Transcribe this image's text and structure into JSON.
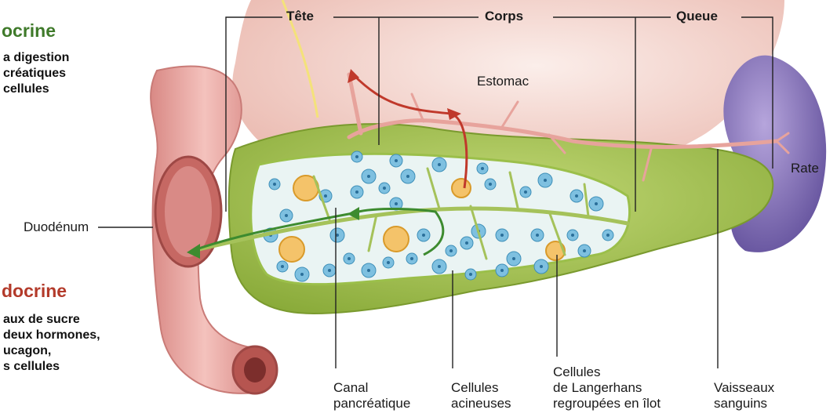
{
  "headings": {
    "exocrine_title": "ocrine",
    "exocrine_lines": [
      "a digestion",
      "créatiques",
      "cellules"
    ],
    "endocrine_title": "docrine",
    "endocrine_lines": [
      "aux de sucre",
      "deux hormones,",
      "ucagon,",
      "s cellules"
    ]
  },
  "regions": {
    "tete": "Tête",
    "corps": "Corps",
    "queue": "Queue"
  },
  "organs": {
    "estomac": "Estomac",
    "rate": "Rate",
    "duodenum": "Duodénum"
  },
  "bottom_labels": {
    "canal": [
      "Canal",
      "pancréatique"
    ],
    "acineuses": [
      "Cellules",
      "acineuses"
    ],
    "langerhans": [
      "Cellules",
      "de Langerhans",
      "regroupées en îlot"
    ],
    "vaisseaux": [
      "Vaisseaux",
      "sanguins"
    ]
  },
  "colors": {
    "exocrine_title": "#3f7a2a",
    "endocrine_title": "#b33a2a",
    "stomach": "#f6dcd6",
    "pancreas": "#a8c455",
    "pancreas_inner": "#eef6e6",
    "spleen": "#8a73b8",
    "duodenum": "#e9a7a3",
    "acinar": "#7ec0e0",
    "islet": "#f0b040",
    "vessel": "#e9a7a3",
    "arrow_red": "#c0392b",
    "arrow_green": "#3d8b2f",
    "leader": "#222222"
  }
}
